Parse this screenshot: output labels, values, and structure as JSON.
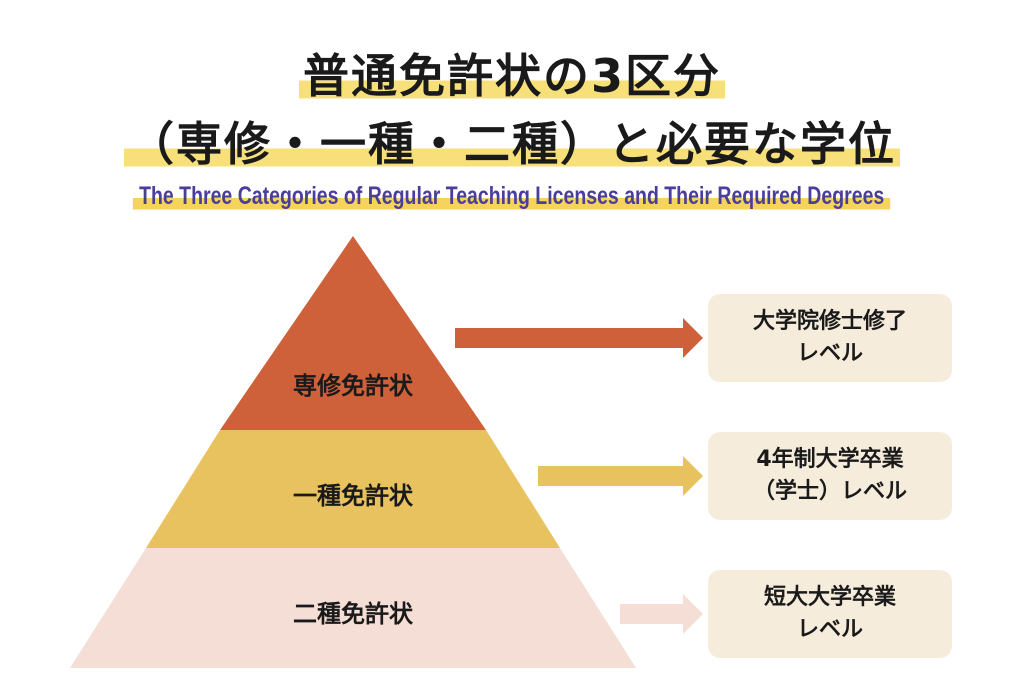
{
  "title": {
    "line1": "普通免許状の3区分",
    "line2": "（専修・一種・二種）と必要な学位"
  },
  "subtitle": "The Three Categories of Regular Teaching Licenses and Their Required Degrees",
  "tiers": [
    {
      "label": "専修免許状",
      "color": "#cf613a",
      "degree_line1": "大学院修士修了",
      "degree_line2": "レベル"
    },
    {
      "label": "一種免許状",
      "color": "#e8c25e",
      "degree_line1": "4年制大学卒業",
      "degree_line2": "（学士）レベル"
    },
    {
      "label": "二種免許状",
      "color": "#f5ded6",
      "degree_line1": "短大大学卒業",
      "degree_line2": "レベル"
    }
  ],
  "colors": {
    "box_bg": "#f6ecdc",
    "subtitle_text": "#4b3d9a",
    "highlight": "#f6d35a"
  }
}
